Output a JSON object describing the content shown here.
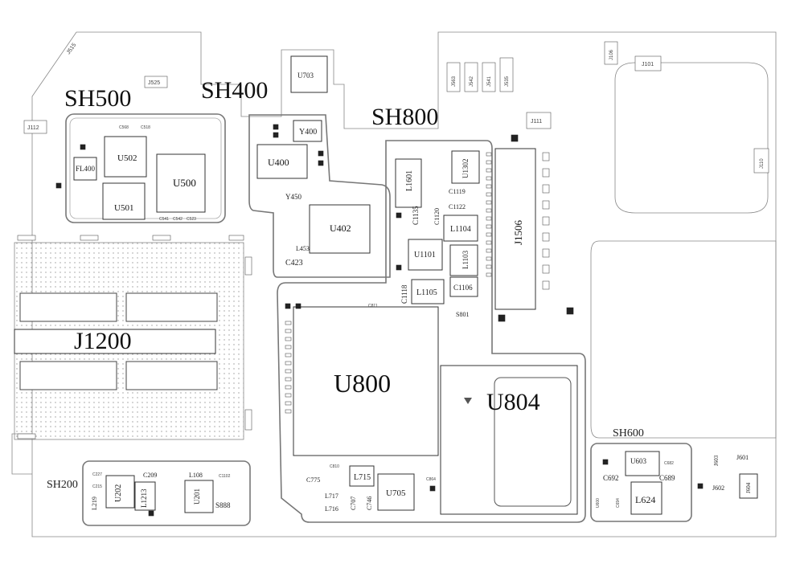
{
  "board": {
    "shields": [
      "SH500",
      "SH400",
      "SH800",
      "SH600",
      "SH200"
    ],
    "big_chips": [
      "U800",
      "U804",
      "J1200"
    ],
    "chips": [
      "U500",
      "U502",
      "U501",
      "FL400",
      "U400",
      "Y400",
      "Y450",
      "U402",
      "U703",
      "U1302",
      "L1601",
      "C1135",
      "C1120",
      "C1119",
      "C1122",
      "L1104",
      "U1101",
      "L1103",
      "C1118",
      "L1105",
      "C1106",
      "S801",
      "J1506",
      "L715",
      "U705",
      "C775",
      "L717",
      "L716",
      "C707",
      "C746",
      "U202",
      "L1213",
      "L219",
      "C209",
      "L108",
      "U201",
      "S888",
      "U603",
      "C692",
      "C689",
      "L624",
      "J601",
      "J603",
      "J602",
      "J604",
      "C423",
      "L453"
    ],
    "connectors": [
      "J112",
      "J525",
      "J563",
      "J542",
      "J541",
      "J535",
      "J106",
      "J101",
      "J110",
      "J111",
      "J515"
    ],
    "small_labels": [
      "C568",
      "C518",
      "C542",
      "C523",
      "C541",
      "C1102",
      "C215",
      "C227",
      "C864",
      "C811",
      "C810",
      "U600",
      "C694",
      "C682"
    ]
  }
}
